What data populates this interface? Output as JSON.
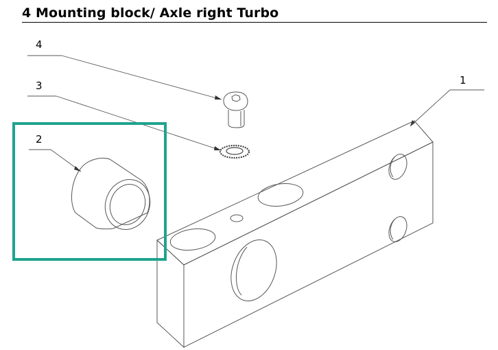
{
  "title": "4 Mounting block/ Axle right Turbo",
  "callouts": {
    "part_1": "1",
    "part_2": "2",
    "part_3": "3",
    "part_4": "4"
  },
  "colors": {
    "highlight": "#1fa38e",
    "line": "#555555",
    "text": "#000000"
  }
}
